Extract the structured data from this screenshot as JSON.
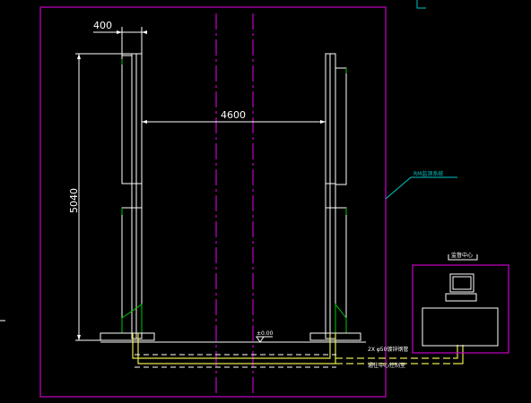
{
  "drawing": {
    "dim_width": "400",
    "dim_span": "4600",
    "dim_height": "5040",
    "level_mark": "±0.00",
    "callout_rm": "RM监测系统",
    "monitor_center": "监督中心",
    "cable_line1": "2X φ50镀锌钢管",
    "cable_line2": "通往中心控制室"
  },
  "colors": {
    "background": "#000000",
    "frame": "#c800c8",
    "structure": "#ffffff",
    "accent_green": "#00c800",
    "accent_cyan": "#00c8c8",
    "conduit": "#e8e84a"
  }
}
